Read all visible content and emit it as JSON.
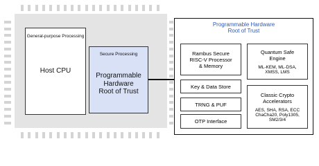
{
  "chip": {
    "host_block": {
      "caption": "General-purpose Processing",
      "title": "Host CPU"
    },
    "secure_block": {
      "caption": "Secure Processing",
      "title_line1": "Programmable",
      "title_line2": "Hardware",
      "title_line3": "Root of Trust"
    }
  },
  "root_of_trust": {
    "title_line1": "Programmable Hardware",
    "title_line2": "Root of Trust",
    "processor": {
      "line1": "Rambus Secure",
      "line2": "RISC-V Processor",
      "line3": "& Memory"
    },
    "key_store": "Key & Data Store",
    "trng": "TRNG & PUF",
    "otp": "OTP Interface",
    "quantum": {
      "line1": "Quantum Safe",
      "line2": "Engine",
      "algos_line1": "ML-KEM, ML-DSA,",
      "algos_line2": "XMSS, LMS"
    },
    "classic": {
      "line1": "Classic Crypto",
      "line2": "Accelerators",
      "algos_line1": "AES, SHA, RSA, ECC",
      "algos_line2": "ChaCha20, Poly1305,",
      "algos_line3": "SM2/3/4"
    }
  },
  "colors": {
    "chip_body": "#e4e4e4",
    "pins": "#d4d4d4",
    "secure_fill": "#d9e1f6",
    "title_blue": "#2f5bb5"
  }
}
